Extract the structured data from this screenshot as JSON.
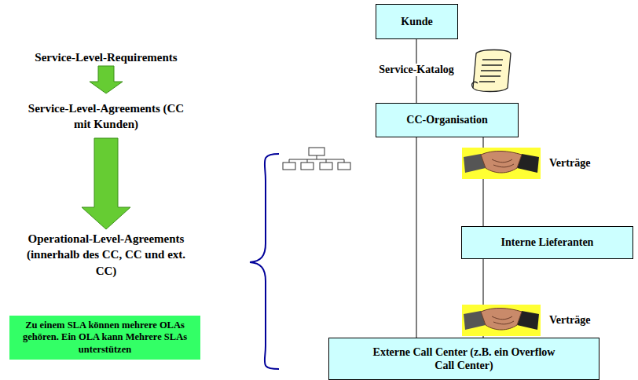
{
  "diagram": {
    "nodes": [
      {
        "text": [
          "Kunde"
        ]
      },
      {
        "text": [
          "CC-Organisation"
        ]
      },
      {
        "text": [
          "Interne Lieferanten"
        ]
      },
      {
        "text": [
          "Zu einem SLA können mehrere OLAs gehören. Ein OLA kann Mehrere SLAs unterstützen"
        ]
      },
      {
        "text": [
          "Externe Call Center (z.B. ein Overflow Call Center)"
        ]
      }
    ],
    "edges": [
      {
        "from": 0,
        "to": 1,
        "label": "Service-Katalog",
        "arrow": "none"
      },
      {
        "from": 1,
        "to": 2,
        "label": "Verträge",
        "arrow": "none"
      },
      {
        "from": 1,
        "to": 4,
        "arrow": "none"
      },
      {
        "from": 2,
        "to": 4,
        "label": "Verträge",
        "arrow": "none"
      }
    ],
    "labels": [
      "Service-Level-Requirements",
      "Service-Level-Agreements (CC mit Kunden)",
      "Operational-Level-Agreements (innerhalb des CC, CC und ext. CC)"
    ]
  }
}
